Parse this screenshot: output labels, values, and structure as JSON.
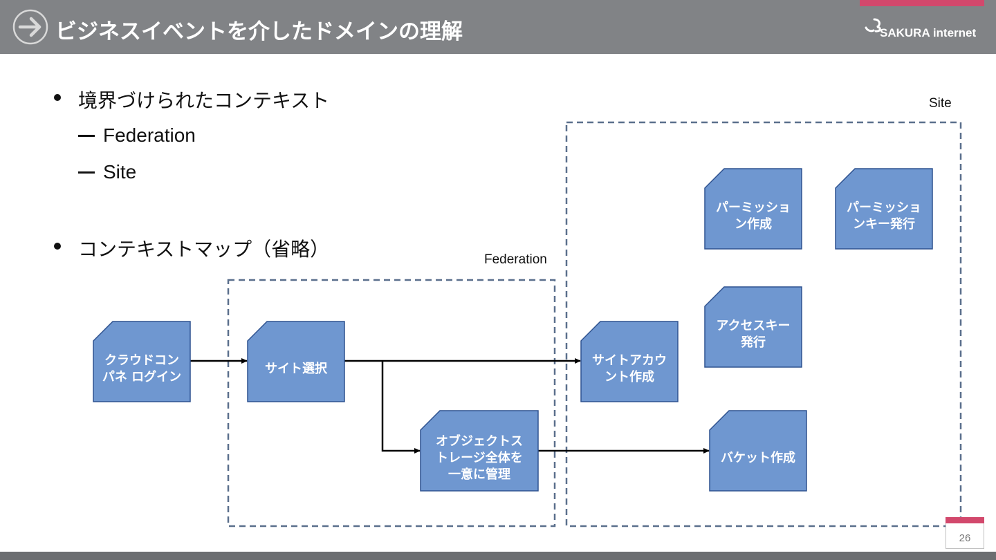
{
  "header": {
    "title": "ビジネスイベントを介したドメインの理解",
    "logo_text": "SAKURA internet",
    "arrow_icon": "arrow-right-circle-icon",
    "bar_color": "#818386",
    "accent_color": "#d2486c"
  },
  "content": {
    "bullets": [
      {
        "label": "境界づけられたコンテキスト",
        "sub_items": [
          "Federation",
          "Site"
        ]
      },
      {
        "label": "コンテキストマップ（省略）",
        "sub_items": []
      }
    ]
  },
  "diagram": {
    "contexts": {
      "federation": "Federation",
      "site": "Site"
    },
    "nodes": {
      "cloud_login": [
        "クラウドコン",
        "パネ ログイン"
      ],
      "site_select": [
        "サイト選択"
      ],
      "object_storage": [
        "オブジェクトス",
        "トレージ全体を",
        "一意に管理"
      ],
      "site_account": [
        "サイトアカウ",
        "ント作成"
      ],
      "permission_create": [
        "パーミッショ",
        "ン作成"
      ],
      "permission_key": [
        "パーミッショ",
        "ンキー発行"
      ],
      "access_key": [
        "アクセスキー",
        "発行"
      ],
      "bucket_create": [
        "バケット作成"
      ]
    },
    "node_color": "#6f97d0",
    "node_border": "#2f528f",
    "context_border": "#5a6f8c"
  },
  "footer": {
    "page_number": "26"
  }
}
